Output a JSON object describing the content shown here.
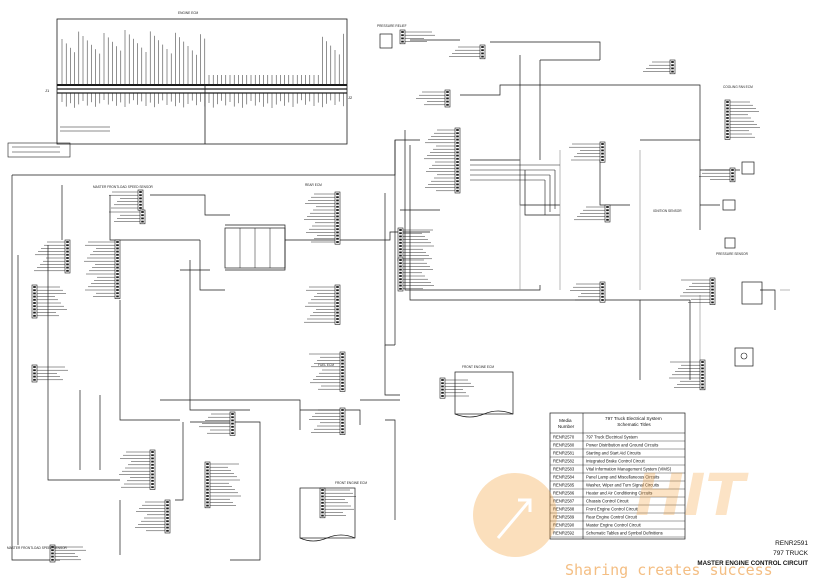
{
  "labels": {
    "engine_ecm": "ENGINE ECM",
    "rear_ecm": "REAR ECM",
    "fuel_ecm": "FUEL ECM",
    "pressure_relief": "PRESSURE RELIEF",
    "cooling_fan_ecm": "COOLING FAN ECM",
    "master_frontload_speed_sensor": "MASTER FRONTLOAD SPEED SENSOR",
    "master_frontload_speed_sensor_2": "MASTER FRONTLOAD SPEED SENSOR",
    "front_engine_ecm": "FRONT ENGINE ECM",
    "front_engine_ecm_2": "FRONT ENGINE ECM",
    "ignition_sensor": "IGNITION SENSOR",
    "pressure_sensor": "PRESSURE SENSOR",
    "connector_j1": "J1",
    "connector_j2": "J2"
  },
  "table": {
    "header_media": "Media Number",
    "header_titles": "797 Truck Electrical System Schematic Titles",
    "rows": [
      {
        "media": "RENR2570",
        "title": "797 Truck Electrical System"
      },
      {
        "media": "RENR2580",
        "title": "Power Distribution and Ground Circuits"
      },
      {
        "media": "RENR2581",
        "title": "Starting and Start Aid Circuits"
      },
      {
        "media": "RENR2582",
        "title": "Integrated Brake Control Circuit"
      },
      {
        "media": "RENR2583",
        "title": "Vital Information Management System (VIMS)"
      },
      {
        "media": "RENR2584",
        "title": "Panel Lamp and Miscellaneous Circuits"
      },
      {
        "media": "RENR2585",
        "title": "Washer, Wiper and Turn Signal Circuits"
      },
      {
        "media": "RENR2586",
        "title": "Heater and Air Conditioning Circuits"
      },
      {
        "media": "RENR2587",
        "title": "Chassis Control Circuit"
      },
      {
        "media": "RENR2588",
        "title": "Front Engine Control Circuit"
      },
      {
        "media": "RENR2589",
        "title": "Rear Engine Control Circuit"
      },
      {
        "media": "RENR2590",
        "title": "Master Engine Control Circuit"
      },
      {
        "media": "RENR2592",
        "title": "Schematic Tables and Symbol Definitions"
      }
    ]
  },
  "title_block": {
    "doc_number": "RENR2591",
    "model": "797 TRUCK",
    "name": "MASTER ENGINE CONTROL CIRCUIT"
  },
  "watermark": {
    "logo_text": "HIT",
    "slogan": "Sharing creates success"
  },
  "colors": {
    "wire": "#1a1a1a",
    "grey_wire": "#888888",
    "watermark_orange": "#f39a2e"
  }
}
